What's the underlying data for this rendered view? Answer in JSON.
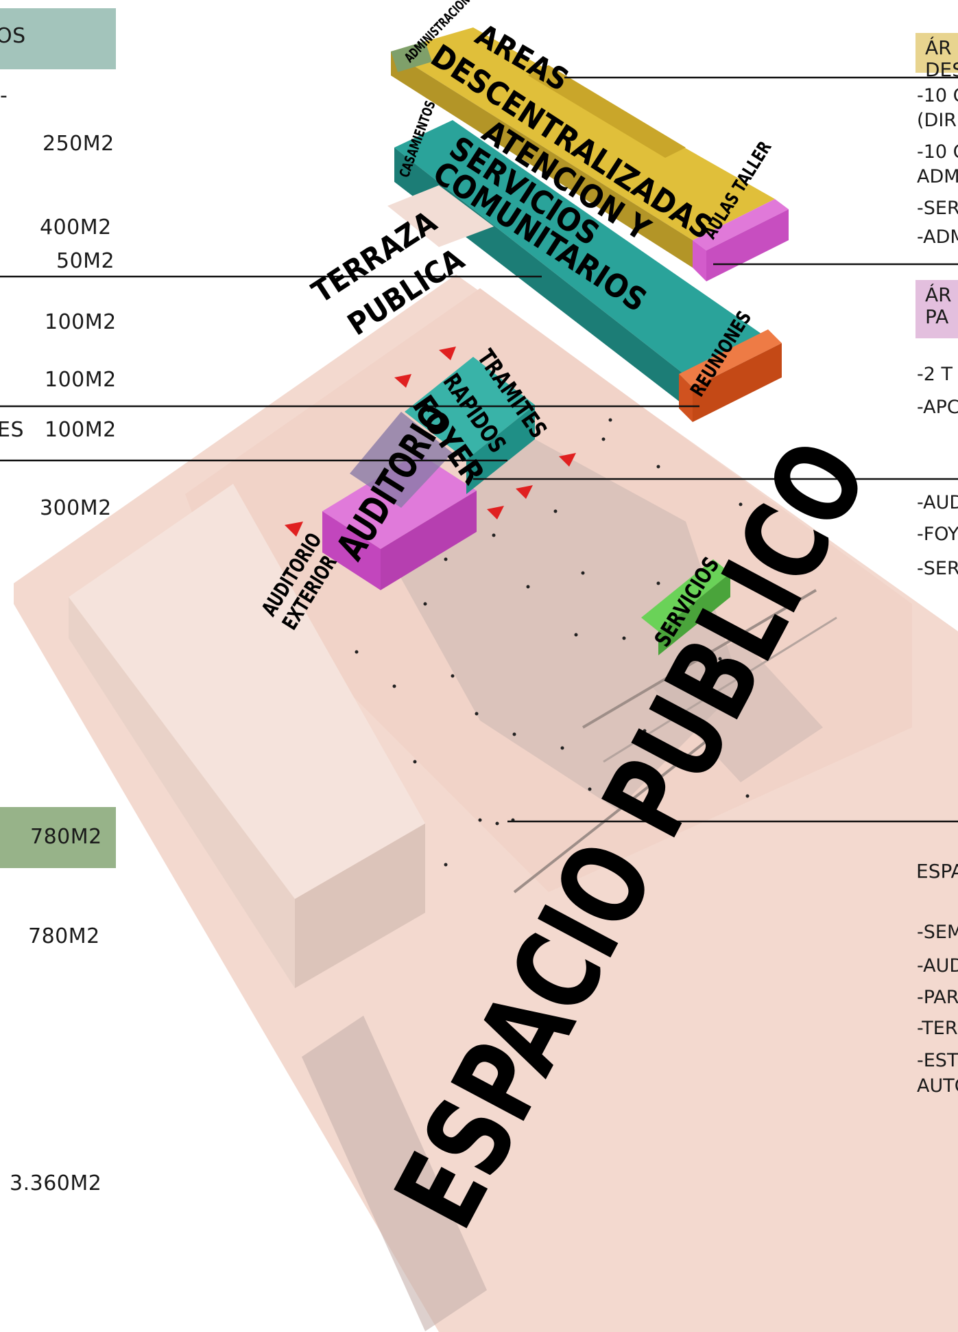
{
  "left_panel": {
    "header_top": "OS",
    "dash": "-",
    "area_1": "250M2",
    "area_2": "400M2",
    "area_3": "50M2",
    "area_4": "100M2",
    "area_5": "100M2",
    "area_6_prefix": "ES",
    "area_6": "100M2",
    "area_7": "300M2",
    "header_bottom_value": "780M2",
    "area_8": "780M2",
    "total": "3.360M2"
  },
  "right_panel": {
    "header_1": [
      "ÁR",
      "DES"
    ],
    "list_1": [
      "-10 C",
      "(DIR",
      "-10 C",
      "ADM",
      "-SER",
      "-ADM"
    ],
    "header_2": [
      "ÁR",
      "PA"
    ],
    "list_2": [
      "-2 T",
      "-APC"
    ],
    "list_3": [
      "-AUD",
      "-FOY",
      "-SER"
    ],
    "header_4": "ESPA",
    "list_4": [
      "-SEM",
      "-AUD",
      "-PAR",
      "-TER",
      "-EST",
      "AUTO"
    ]
  },
  "volumes": {
    "administracion": "ADMINISTRACION",
    "areas": "AREAS",
    "descentralizadas": "DESCENTRALIZADAS",
    "aulas_taller": "AULAS TALLER",
    "casamientos": "CASAMIENTOS",
    "atencion": "ATENCION Y",
    "servicios_comunitarios_1": "SERVICIOS",
    "servicios_comunitarios_2": "COMUNITARIOS",
    "reuniones": "REUNIONES",
    "terraza": "TERRAZA",
    "publica": "PUBLICA",
    "tramites": "TRAMITES",
    "rapidos": "RAPIDOS",
    "foyer": "FOYER",
    "auditorio": "AUDITORIO",
    "auditorio_exterior_1": "AUDITORIO",
    "auditorio_exterior_2": "EXTERIOR",
    "servicios": "SERVICIOS",
    "espacio_publico": "ESPACIO PUBLICO"
  },
  "colors": {
    "left_header_top": "#a3c4bb",
    "left_header_bottom": "#97b389",
    "right_header_1": "#e8d48f",
    "right_header_2": "#e3bfde",
    "ground": "#f3d9cf",
    "yellow": "#e0bf3a",
    "teal": "#2aa39a",
    "magenta": "#d85ad0",
    "orange": "#e8662e",
    "green": "#5bbf4a",
    "admin_green": "#7fa06a",
    "marker": "#e02020"
  }
}
